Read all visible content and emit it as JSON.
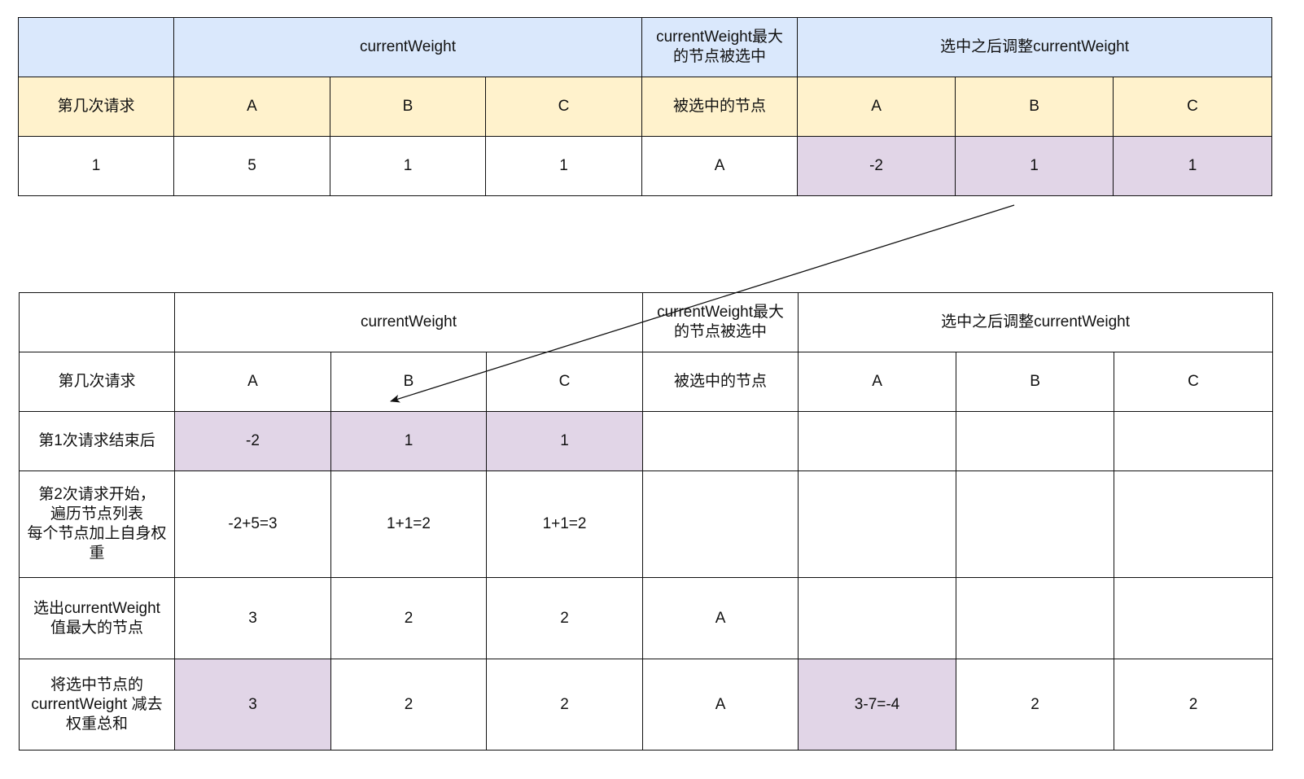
{
  "table1": {
    "header_top": {
      "current_weight": "currentWeight",
      "max_selected": "currentWeight最大\n的节点被选中",
      "adjust_after": "选中之后调整currentWeight"
    },
    "header_sub": {
      "request_no": "第几次请求",
      "a": "A",
      "b": "B",
      "c": "C",
      "selected_node": "被选中的节点",
      "a2": "A",
      "b2": "B",
      "c2": "C"
    },
    "row1": {
      "label": "1",
      "a": "5",
      "b": "1",
      "c": "1",
      "selected": "A",
      "a2": "-2",
      "b2": "1",
      "c2": "1"
    }
  },
  "table2": {
    "header_top": {
      "current_weight": "currentWeight",
      "max_selected": "currentWeight最大\n的节点被选中",
      "adjust_after": "选中之后调整currentWeight"
    },
    "header_sub": {
      "request_no": "第几次请求",
      "a": "A",
      "b": "B",
      "c": "C",
      "selected_node": "被选中的节点",
      "a2": "A",
      "b2": "B",
      "c2": "C"
    },
    "rows": [
      {
        "label": "第1次请求结束后",
        "a": "-2",
        "b": "1",
        "c": "1",
        "selected": "",
        "a2": "",
        "b2": "",
        "c2": ""
      },
      {
        "label": "第2次请求开始，\n遍历节点列表\n每个节点加上自身权\n重",
        "a": "-2+5=3",
        "b": "1+1=2",
        "c": "1+1=2",
        "selected": "",
        "a2": "",
        "b2": "",
        "c2": ""
      },
      {
        "label": "选出currentWeight\n值最大的节点",
        "a": "3",
        "b": "2",
        "c": "2",
        "selected": "A",
        "a2": "",
        "b2": "",
        "c2": ""
      },
      {
        "label": "将选中节点的\ncurrentWeight 减去\n权重总和",
        "a": "3",
        "b": "2",
        "c": "2",
        "selected": "A",
        "a2": "3-7=-4",
        "b2": "2",
        "c2": "2"
      }
    ]
  },
  "colors": {
    "header_blue": "#dae8fc",
    "header_yellow": "#fff2cc",
    "highlight_purple": "#e1d5e7",
    "border": "#111111"
  }
}
